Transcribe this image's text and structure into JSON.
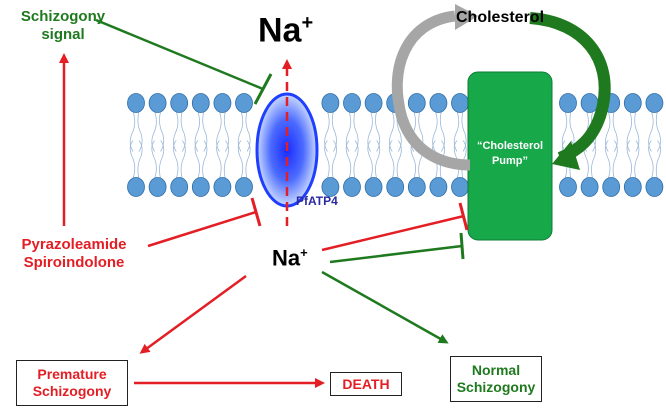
{
  "labels": {
    "schizogony_signal": "Schizogony\nsignal",
    "na_top": "Na",
    "na_top_sup": "+",
    "cholesterol": "Cholesterol",
    "cholesterol_pump": "“Cholesterol\nPump”",
    "pfatp4": "PfATP4",
    "pyrazoleamide": "Pyrazoleamide\nSpiroindolone",
    "na_mid": "Na",
    "na_mid_sup": "+",
    "premature": "Premature\nSchizogony",
    "death": "DEATH",
    "normal": "Normal\nSchizogony"
  },
  "colors": {
    "red": "#e31e24",
    "green": "#1f7a1f",
    "membrane_head": "#5b9bd5",
    "pump_fill": "#17a84a",
    "gray_arrow": "#a6a6a6",
    "channel_blue": "#1f3fff",
    "pfatp4_text": "#2a2aa0"
  }
}
